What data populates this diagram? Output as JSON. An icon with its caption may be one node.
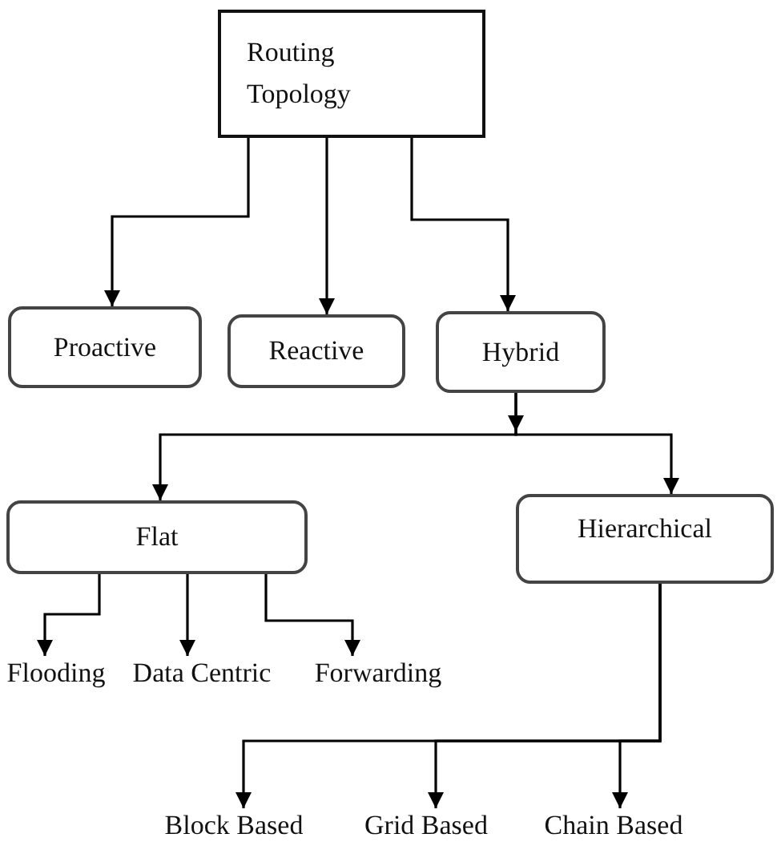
{
  "diagram": {
    "nodes": [
      {
        "text": [
          "Routing Topology"
        ]
      },
      {
        "text": [
          "Proactive"
        ]
      },
      {
        "text": [
          "Reactive"
        ]
      },
      {
        "text": [
          "Hybrid"
        ]
      },
      {
        "text": [
          "Flat"
        ]
      },
      {
        "text": [
          "Hierarchical"
        ]
      },
      {
        "text": [
          "Flooding"
        ]
      },
      {
        "text": [
          "Data Centric"
        ]
      },
      {
        "text": [
          "Forwarding"
        ]
      },
      {
        "text": [
          "Block Based"
        ]
      },
      {
        "text": [
          "Grid Based"
        ]
      },
      {
        "text": [
          "Chain Based"
        ]
      }
    ],
    "edges": [
      {
        "from": 0,
        "to": 1,
        "arrow": "to"
      },
      {
        "from": 0,
        "to": 2,
        "arrow": "to"
      },
      {
        "from": 0,
        "to": 3,
        "arrow": "to"
      },
      {
        "from": 3,
        "to": 4,
        "arrow": "to"
      },
      {
        "from": 3,
        "to": 5,
        "arrow": "to"
      },
      {
        "from": 4,
        "to": 6,
        "arrow": "to"
      },
      {
        "from": 4,
        "to": 7,
        "arrow": "to"
      },
      {
        "from": 4,
        "to": 8,
        "arrow": "to"
      },
      {
        "from": 5,
        "to": 9,
        "arrow": "to"
      },
      {
        "from": 5,
        "to": 10,
        "arrow": "to"
      },
      {
        "from": 5,
        "to": 11,
        "arrow": "to"
      }
    ]
  }
}
